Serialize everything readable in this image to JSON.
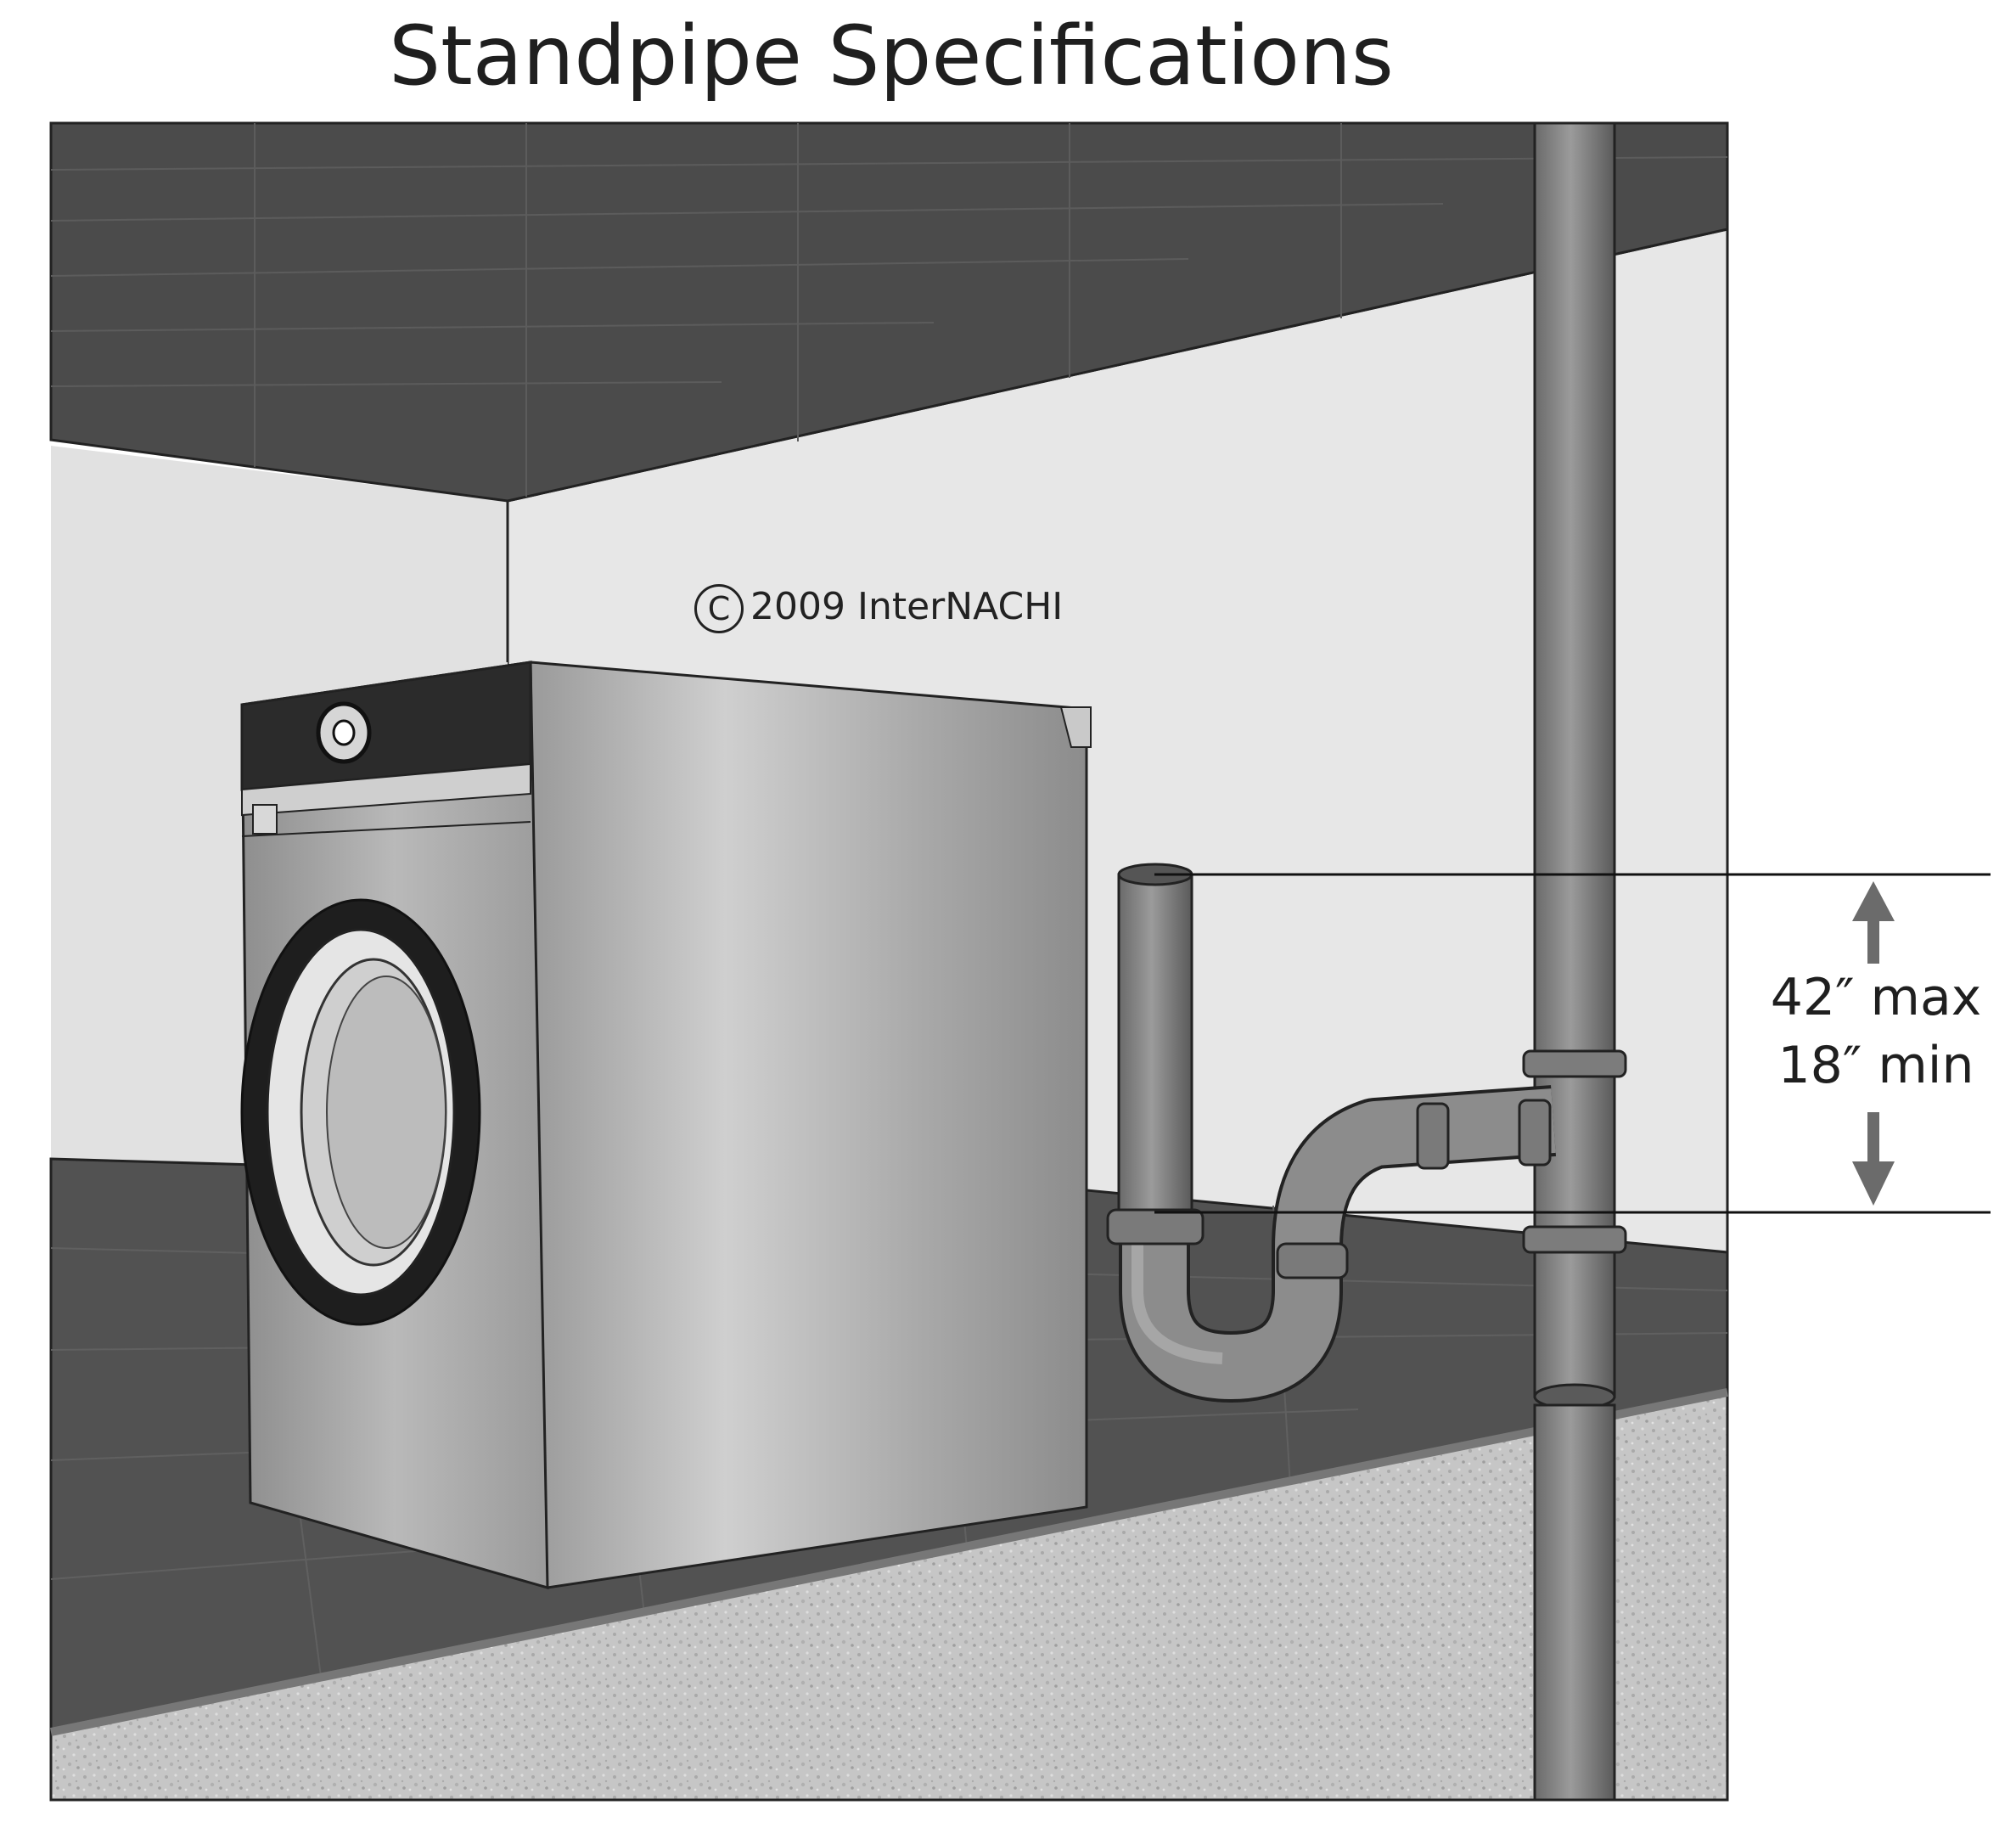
{
  "title": "Standpipe Specifications",
  "copyright": {
    "symbol": "C",
    "text": "2009  InterNACHI"
  },
  "dimension": {
    "max_label": "42″ max",
    "min_label": "18″ min"
  },
  "colors": {
    "ceiling": "#4a4a4a",
    "wall": "#e6e6e6",
    "floor": "#515151",
    "slab": "#c4c4c4",
    "pipe": "#8a8a8a",
    "pipe_dark": "#5c5c5c",
    "washer_body": "#a8a8a8",
    "washer_panel": "#2a2a2a"
  },
  "icons": [
    "washing-machine-icon",
    "standpipe-icon",
    "p-trap-icon",
    "vent-stack-icon",
    "arrow-up-icon",
    "arrow-down-icon"
  ]
}
